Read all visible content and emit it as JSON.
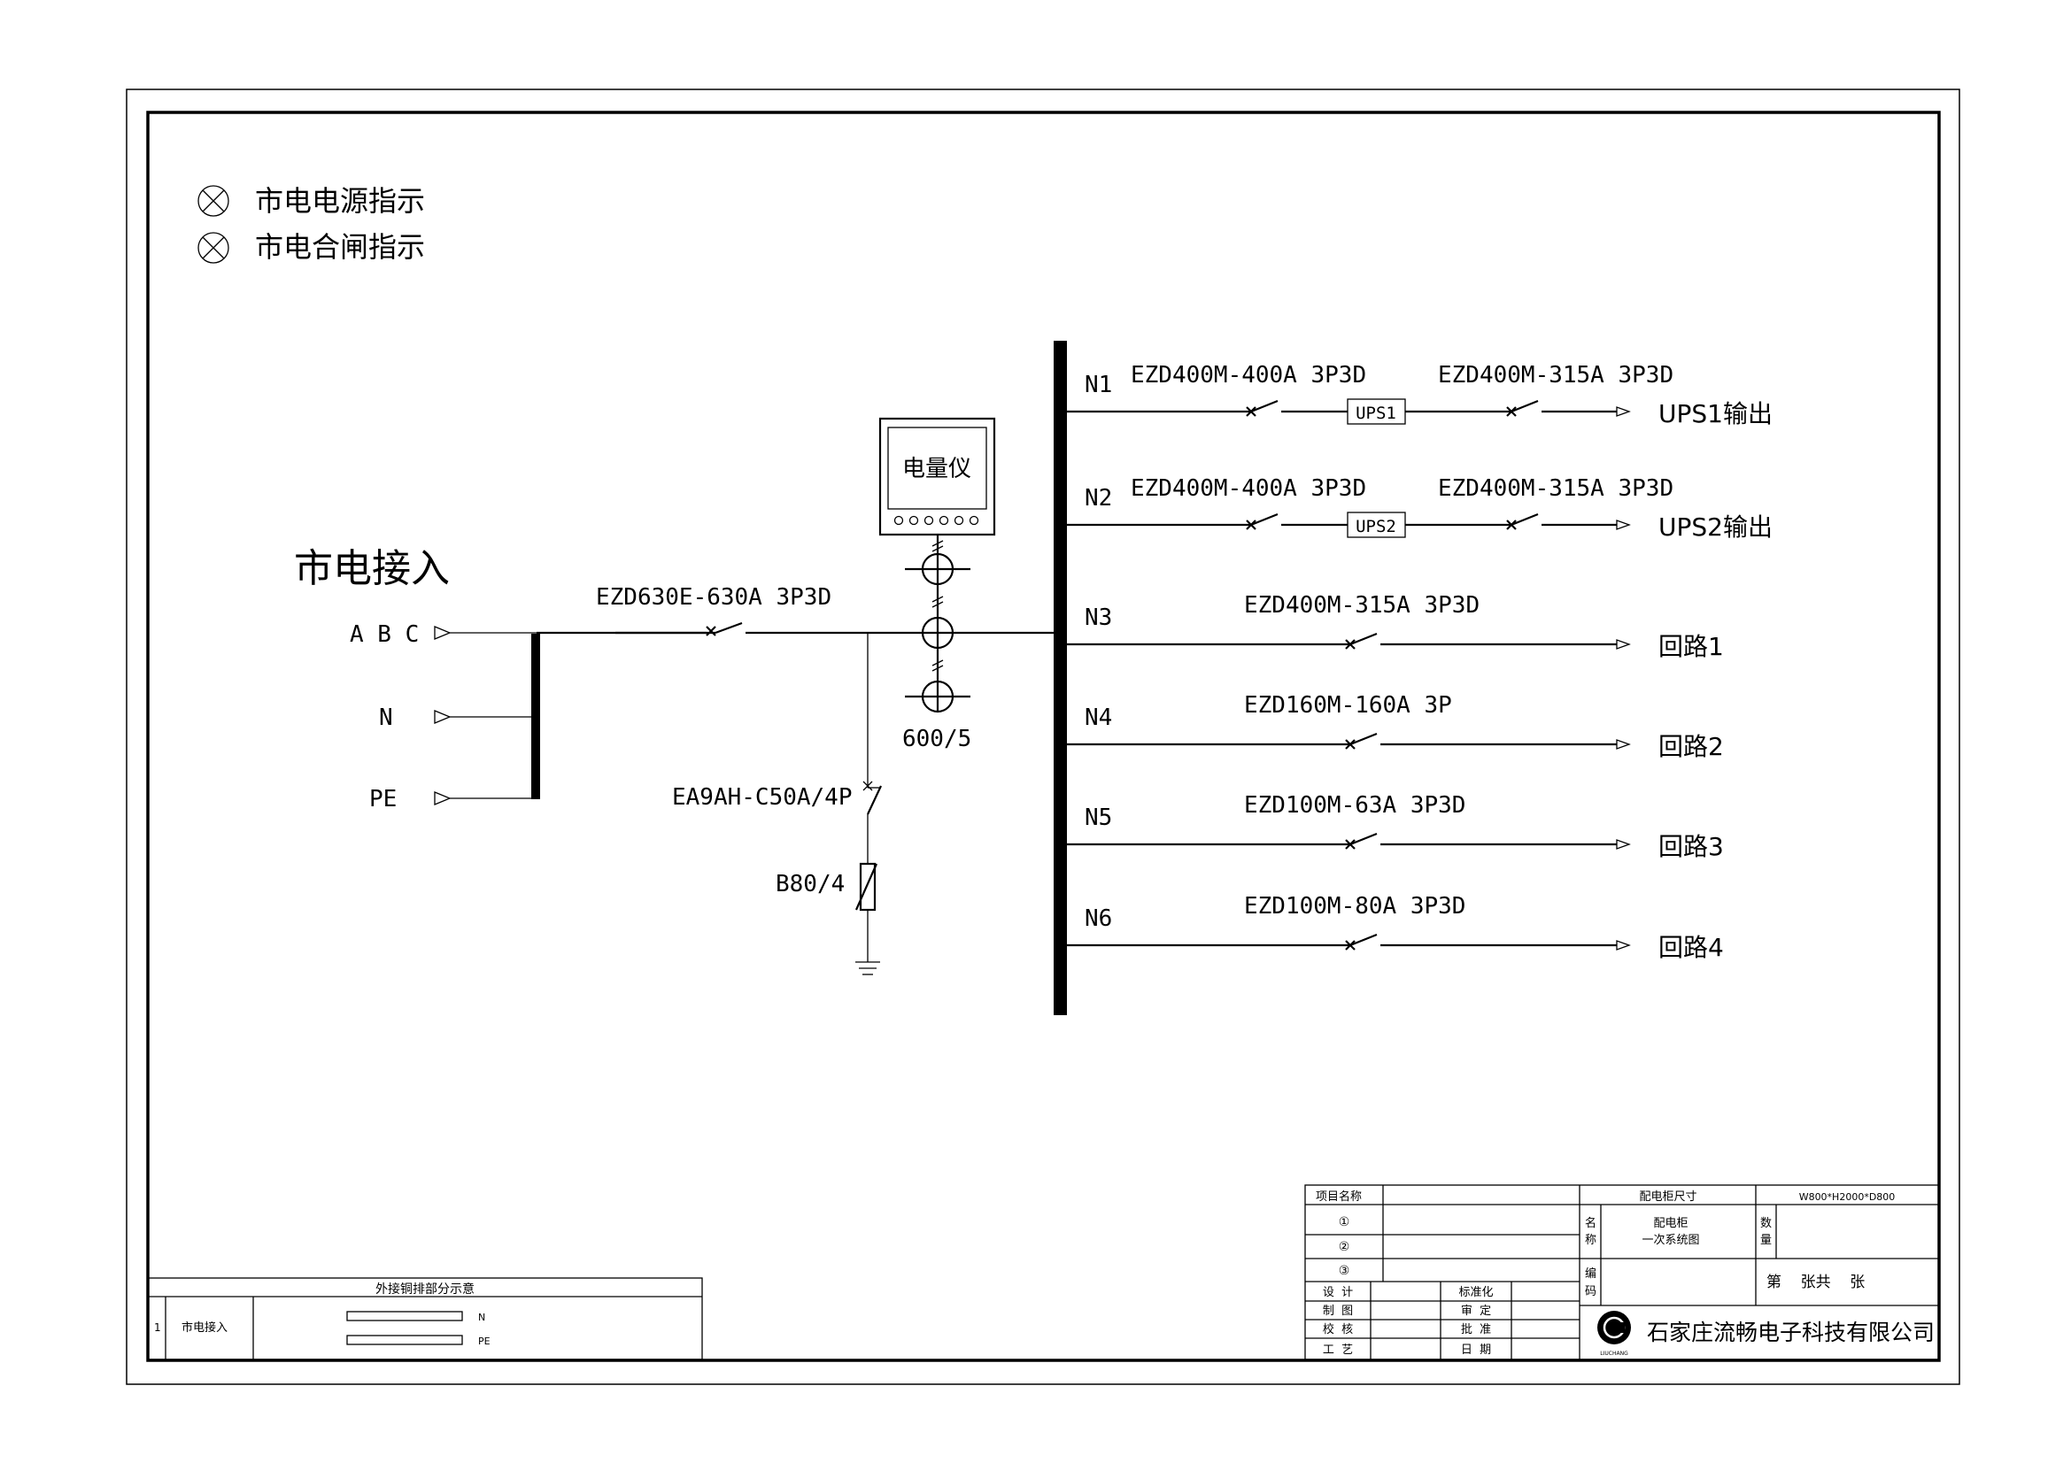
{
  "indicators": [
    {
      "label": "市电电源指示"
    },
    {
      "label": "市电合闸指示"
    }
  ],
  "incoming": {
    "title": "市电接入",
    "phases": [
      "A B C",
      "N",
      "PE"
    ]
  },
  "main_breaker": "EZD630E-630A 3P3D",
  "meter": {
    "label": "电量仪",
    "ct_ratio": "600/5"
  },
  "spd": {
    "breaker": "EA9AH-C50A/4P",
    "arrester": "B80/4"
  },
  "feeders": [
    {
      "id": "N1",
      "breaker": "EZD400M-400A 3P3D",
      "ups": "UPS1",
      "breaker2": "EZD400M-315A 3P3D",
      "output": "UPS1输出"
    },
    {
      "id": "N2",
      "breaker": "EZD400M-400A 3P3D",
      "ups": "UPS2",
      "breaker2": "EZD400M-315A 3P3D",
      "output": "UPS2输出"
    },
    {
      "id": "N3",
      "breaker": "EZD400M-315A 3P3D",
      "output": "回路1"
    },
    {
      "id": "N4",
      "breaker": "EZD160M-160A 3P",
      "output": "回路2"
    },
    {
      "id": "N5",
      "breaker": "EZD100M-63A 3P3D",
      "output": "回路3"
    },
    {
      "id": "N6",
      "breaker": "EZD100M-80A 3P3D",
      "output": "回路4"
    }
  ],
  "busbar_table": {
    "title": "外接铜排部分示意",
    "row_no": "1",
    "row_name": "市电接入",
    "bars": [
      "N",
      "PE"
    ]
  },
  "title_block": {
    "project_name_label": "项目名称",
    "circle_items": [
      "①",
      "②",
      "③"
    ],
    "cabinet_size_label": "配电柜尺寸",
    "cabinet_size_value": "W800*H2000*D800",
    "name_label_1": "名",
    "name_label_2": "称",
    "name_value_1": "配电柜",
    "name_value_2": "一次系统图",
    "qty_label_1": "数",
    "qty_label_2": "量",
    "code_label_1": "编",
    "code_label_2": "码",
    "sheet_text": "第    张共    张",
    "roles_left": [
      "设  计",
      "制  图",
      "校  核",
      "工  艺"
    ],
    "roles_right": [
      "标准化",
      "审  定",
      "批  准",
      "日  期"
    ],
    "company": "石家庄流畅电子科技有限公司",
    "logo_text": "LIUCHANG"
  }
}
